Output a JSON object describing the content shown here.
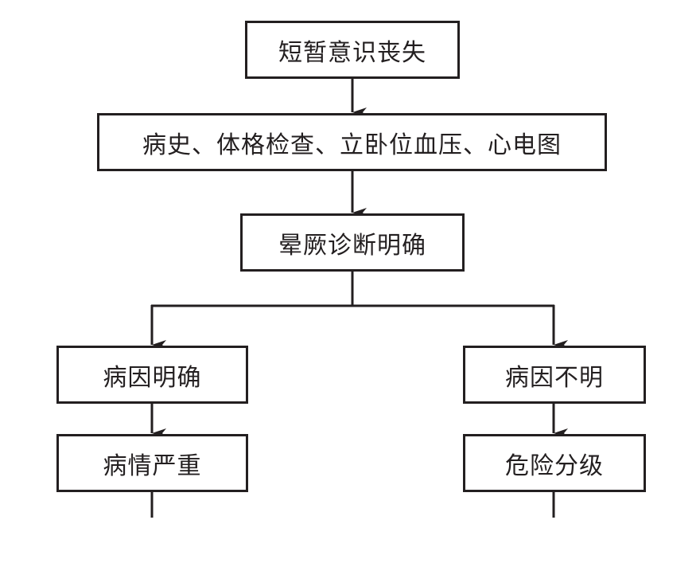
{
  "nodes": {
    "start": "短暂意识丧失",
    "evaluation": "病史、体格检查、立卧位血压、心电图",
    "diagnosis": "晕厥诊断明确",
    "cause_known": "病因明确",
    "cause_unknown": "病因不明",
    "severe": "病情严重",
    "risk_stratification": "危险分级"
  },
  "colors": {
    "line": "#231f20",
    "box_border": "#231f20",
    "background": "#ffffff"
  }
}
